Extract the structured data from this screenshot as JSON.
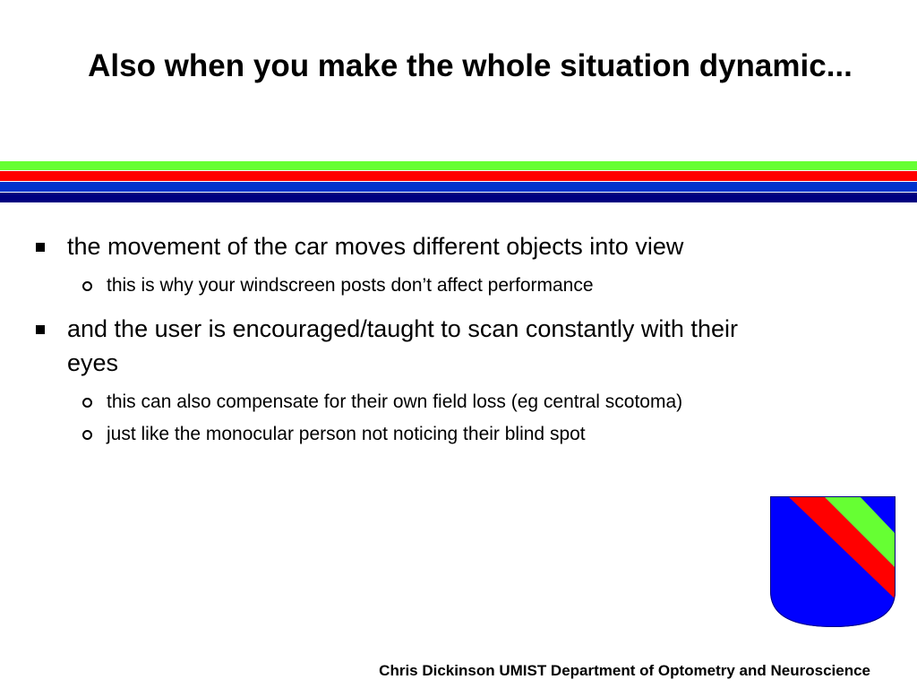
{
  "slide": {
    "title": "Also when you make the whole situation dynamic..."
  },
  "stripes": {
    "colors": [
      "#66ff33",
      "#ff0000",
      "#0033cc",
      "#000080"
    ]
  },
  "bullets": [
    {
      "text": "the movement of the car moves different objects into view",
      "sub": [
        "this is why your windscreen posts don’t affect performance"
      ]
    },
    {
      "text": "and the user is encouraged/taught to scan constantly with their eyes",
      "sub": [
        "this can also compensate for their own field loss (eg central scotoma)",
        "just like the monocular person not noticing their blind spot"
      ]
    }
  ],
  "logo": {
    "colors": {
      "blue": "#0000ff",
      "red": "#ff0000",
      "green": "#66ff33"
    }
  },
  "footer": {
    "text": "Chris Dickinson UMIST Department of Optometry and Neuroscience"
  }
}
